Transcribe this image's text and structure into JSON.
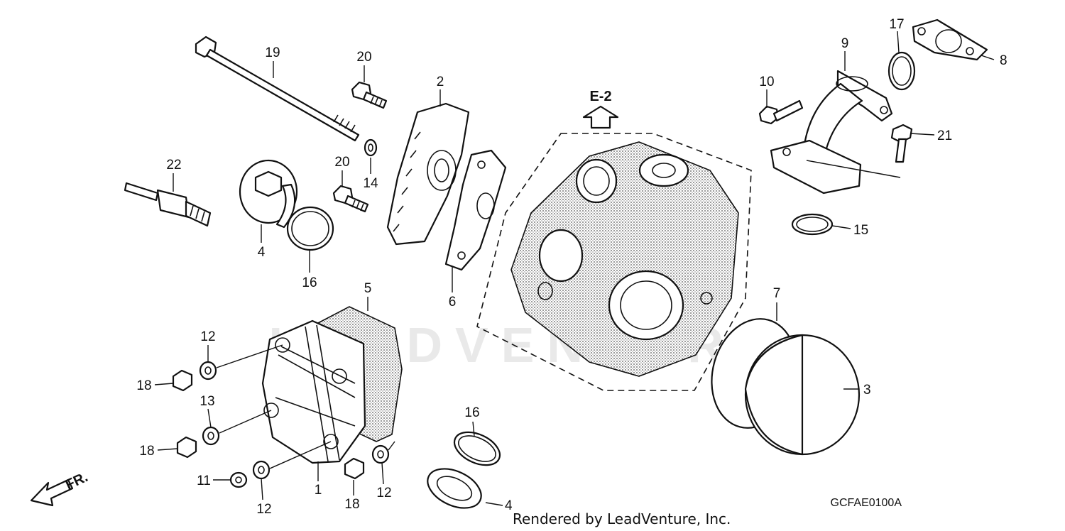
{
  "diagram": {
    "ref_label": "E-2",
    "direction_label": "FR.",
    "diagram_code": "GCFAE0100A",
    "credit": "Rendered by LeadVenture, Inc.",
    "watermark": "LEADVENTURE",
    "callouts": {
      "p1": "1",
      "p2": "2",
      "p3": "3",
      "p4a": "4",
      "p4b": "4",
      "p5": "5",
      "p6": "6",
      "p7": "7",
      "p8": "8",
      "p9": "9",
      "p10": "10",
      "p11": "11",
      "p12a": "12",
      "p12b": "12",
      "p12c": "12",
      "p13": "13",
      "p14": "14",
      "p15": "15",
      "p16a": "16",
      "p16b": "16",
      "p17": "17",
      "p18a": "18",
      "p18b": "18",
      "p18c": "18",
      "p19": "19",
      "p20a": "20",
      "p20b": "20",
      "p21": "21",
      "p22": "22"
    }
  }
}
